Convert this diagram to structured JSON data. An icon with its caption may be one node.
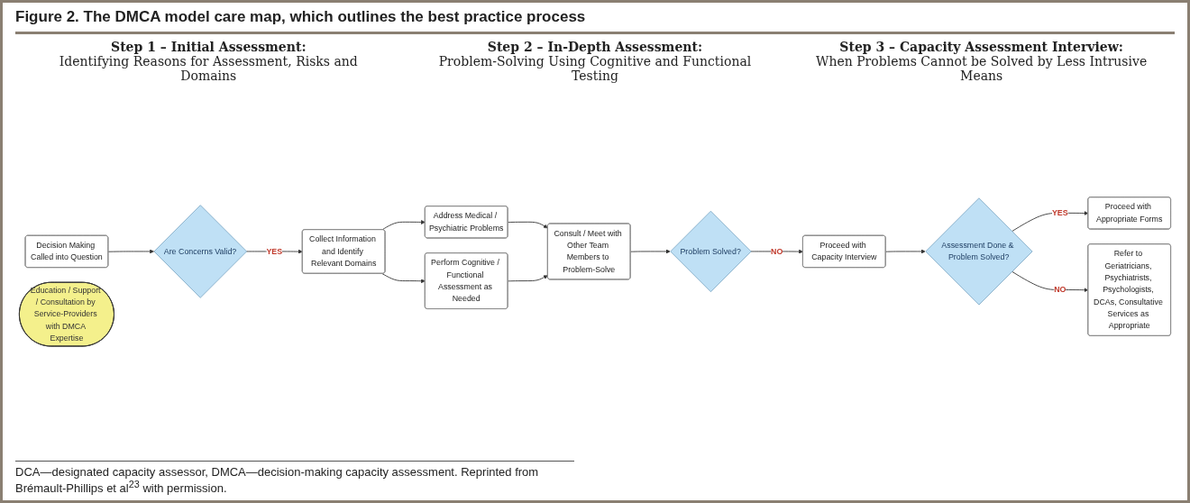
{
  "diagram": {
    "title": "Figure 2. The DMCA model care map, which outlines the best practice process",
    "caption": "DCA—designated capacity assessor, DMCA—decision-making capacity assessment. Reprinted from Brémault-Phillips et al$^{23}$ with permission.",
    "nodes": [
      {
        "text": [
          "Decision Making Called into Question"
        ]
      },
      {
        "text": [
          "Are Concerns Valid?"
        ]
      },
      {
        "text": [
          "Collect Information and Identify Relevant Domains"
        ]
      },
      {
        "text": [
          "Address Medical / Psychiatric Problems"
        ]
      },
      {
        "text": [
          "Perform Cognitive / Functional Assessment as Needed"
        ]
      },
      {
        "text": [
          "Consult / Meet with Other Team Members to Problem-Solve"
        ]
      },
      {
        "text": [
          "Problem Solved?"
        ]
      },
      {
        "text": [
          "Proceed with Capacity Interview"
        ]
      },
      {
        "text": [
          "Assessment Done & Problem Solved?"
        ]
      },
      {
        "text": [
          "Proceed with Appropriate Forms"
        ]
      },
      {
        "text": [
          "Refer to Geriatricians, Psychiatrists, Psychologists, DCAs, Consultative Services as Appropriate"
        ]
      },
      {
        "text": [
          "Education / Support / Consultation by Service-Providers with DMCA Expertise"
        ]
      }
    ],
    "edges": [
      {
        "from": 0,
        "to": 1,
        "arrow": "to"
      },
      {
        "from": 1,
        "to": 2,
        "arrow": "to",
        "label": "YES"
      },
      {
        "from": 2,
        "to": 3,
        "arrow": "to"
      },
      {
        "from": 2,
        "to": 4,
        "arrow": "to"
      },
      {
        "from": 3,
        "to": 5,
        "arrow": "to"
      },
      {
        "from": 4,
        "to": 5,
        "arrow": "to"
      },
      {
        "from": 5,
        "to": 6,
        "arrow": "to"
      },
      {
        "from": 6,
        "to": 7,
        "arrow": "to",
        "label": "NO"
      },
      {
        "from": 7,
        "to": 8,
        "arrow": "to"
      },
      {
        "from": 8,
        "to": 9,
        "arrow": "to",
        "label": "YES"
      },
      {
        "from": 8,
        "to": 10,
        "arrow": "to",
        "label": "NO"
      }
    ],
    "labels": [
      "Step 1 – Initial Assessment:",
      "Identifying Reasons for Assessment, Risks and Domains",
      "Step 2 – In-Depth Assessment:",
      "Problem-Solving Using Cognitive and Functional Testing",
      "Step 3 – Capacity Assessment Interview:",
      "When Problems Cannot be Solved by Less Intrusive Means"
    ]
  }
}
